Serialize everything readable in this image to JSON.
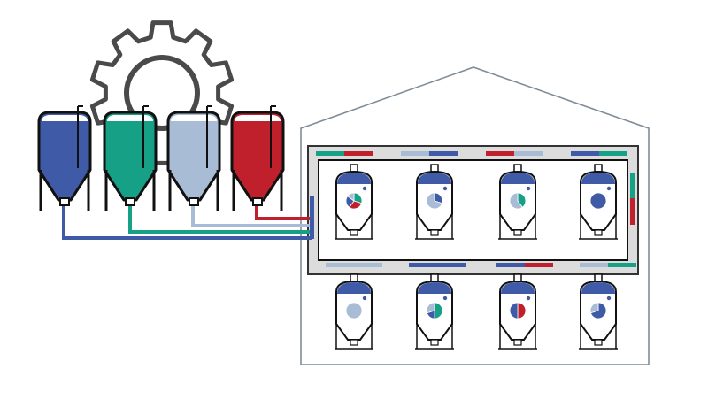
{
  "colors": {
    "blue": "#3f5aa6",
    "green": "#16a085",
    "lightblue": "#a9bcd6",
    "red": "#c0202b",
    "outline": "#111111",
    "gear": "#4a4a4a",
    "house": "#7f8d99",
    "panel_fill": "#dcdcdc"
  },
  "icons": {
    "gear": "gear-icon",
    "source_tank": "silo-tank-icon",
    "fermenter": "fermenter-tank-icon",
    "building": "house-outline-icon"
  },
  "source_tanks": [
    {
      "id": "tank-blue",
      "color": "blue"
    },
    {
      "id": "tank-green",
      "color": "green"
    },
    {
      "id": "tank-lightblue",
      "color": "lightblue"
    },
    {
      "id": "tank-red",
      "color": "red"
    }
  ],
  "fermenters_top": [
    {
      "id": "f1",
      "slices": [
        {
          "color": "green",
          "frac": 0.3
        },
        {
          "color": "red",
          "frac": 0.3
        },
        {
          "color": "blue",
          "frac": 0.25
        },
        {
          "color": "lightblue",
          "frac": 0.15
        }
      ]
    },
    {
      "id": "f2",
      "slices": [
        {
          "color": "blue",
          "frac": 0.3
        },
        {
          "color": "lightblue",
          "frac": 0.7
        }
      ]
    },
    {
      "id": "f3",
      "slices": [
        {
          "color": "green",
          "frac": 0.4
        },
        {
          "color": "lightblue",
          "frac": 0.6
        }
      ]
    },
    {
      "id": "f4",
      "slices": [
        {
          "color": "blue",
          "frac": 1.0
        }
      ]
    }
  ],
  "fermenters_bottom": [
    {
      "id": "f5",
      "slices": [
        {
          "color": "lightblue",
          "frac": 1.0
        }
      ]
    },
    {
      "id": "f6",
      "slices": [
        {
          "color": "green",
          "frac": 0.5
        },
        {
          "color": "blue",
          "frac": 0.2
        },
        {
          "color": "lightblue",
          "frac": 0.3
        }
      ]
    },
    {
      "id": "f7",
      "slices": [
        {
          "color": "red",
          "frac": 0.5
        },
        {
          "color": "blue",
          "frac": 0.5
        }
      ]
    },
    {
      "id": "f8",
      "slices": [
        {
          "color": "blue",
          "frac": 0.7
        },
        {
          "color": "lightblue",
          "frac": 0.3
        }
      ]
    }
  ],
  "ring_segments_top": [
    [
      "green",
      "red"
    ],
    [
      "lightblue",
      "blue"
    ],
    [
      "red",
      "lightblue"
    ],
    [
      "blue",
      "green"
    ]
  ],
  "ring_segments_bottom": [
    [
      "lightblue",
      "lightblue"
    ],
    [
      "blue",
      "blue"
    ],
    [
      "blue",
      "red"
    ],
    [
      "lightblue",
      "green"
    ]
  ]
}
